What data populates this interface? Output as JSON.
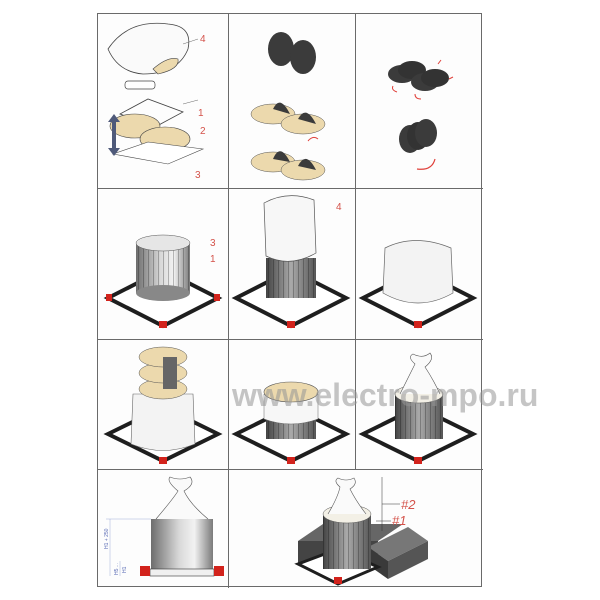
{
  "watermark": "www.electro-mpo.ru",
  "steps": [
    {
      "step": 1,
      "labels": [
        "4",
        "1",
        "2",
        "3"
      ],
      "icons": [
        "bag",
        "plate",
        "frame-ring",
        "discs",
        "sheet",
        "up-down-arrow"
      ]
    },
    {
      "step": 2,
      "icons": [
        "dark-discs",
        "beige-discs",
        "red-arrows"
      ]
    },
    {
      "step": 3,
      "icons": [
        "dark-disc-assembly",
        "red-rotate-arrows"
      ]
    },
    {
      "step": 4,
      "labels": [
        "3",
        "1"
      ]
    },
    {
      "step": 5,
      "labels": [
        "4"
      ]
    },
    {
      "step": 6
    },
    {
      "step": 7
    },
    {
      "step": 8
    },
    {
      "step": 9
    },
    {
      "step": 10,
      "dimensions": [
        "H1 + 250",
        "H5 ...",
        "H1"
      ]
    },
    {
      "step": 11,
      "labels": [
        "#2",
        "#1"
      ]
    }
  ],
  "colors": {
    "frame": "#1e1e1e",
    "corner": "#d2231c",
    "disc": "#ecd9ad",
    "dark": "#3b3b3b",
    "label": "#d4524a",
    "dimension": "#5a6bb5"
  }
}
